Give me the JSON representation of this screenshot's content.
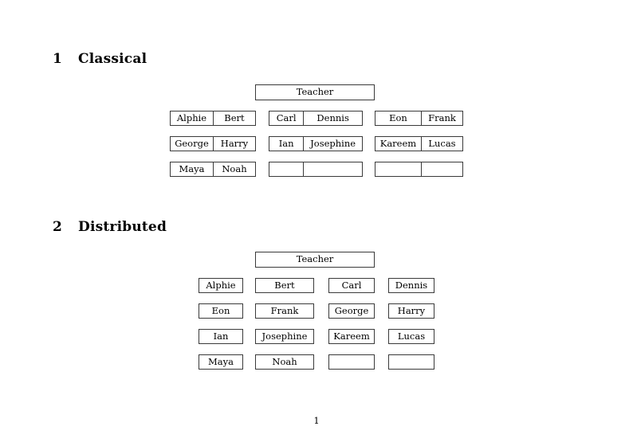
{
  "document": {
    "page_number": "1",
    "sections": [
      {
        "number": "1",
        "title": "Classical",
        "layout": "grouped-pairs",
        "teacher_label": "Teacher",
        "columns": [
          {
            "rows": [
              {
                "cells": [
                  "Alphie",
                  "Bert"
                ]
              },
              {
                "cells": [
                  "George",
                  "Harry"
                ]
              },
              {
                "cells": [
                  "Maya",
                  "Noah"
                ]
              }
            ]
          },
          {
            "rows": [
              {
                "cells": [
                  "Carl",
                  "Dennis"
                ]
              },
              {
                "cells": [
                  "Ian",
                  "Josephine"
                ]
              },
              {
                "cells": [
                  "",
                  ""
                ]
              }
            ]
          },
          {
            "rows": [
              {
                "cells": [
                  "Eon",
                  "Frank"
                ]
              },
              {
                "cells": [
                  "Kareem",
                  "Lucas"
                ]
              },
              {
                "cells": [
                  "",
                  ""
                ]
              }
            ]
          }
        ]
      },
      {
        "number": "2",
        "title": "Distributed",
        "layout": "independent-boxes",
        "teacher_label": "Teacher",
        "rows": [
          {
            "cells": [
              "Alphie",
              "Bert",
              "Carl",
              "Dennis"
            ]
          },
          {
            "cells": [
              "Eon",
              "Frank",
              "George",
              "Harry"
            ]
          },
          {
            "cells": [
              "Ian",
              "Josephine",
              "Kareem",
              "Lucas"
            ]
          },
          {
            "cells": [
              "Maya",
              "Noah",
              "",
              ""
            ]
          }
        ]
      }
    ]
  }
}
